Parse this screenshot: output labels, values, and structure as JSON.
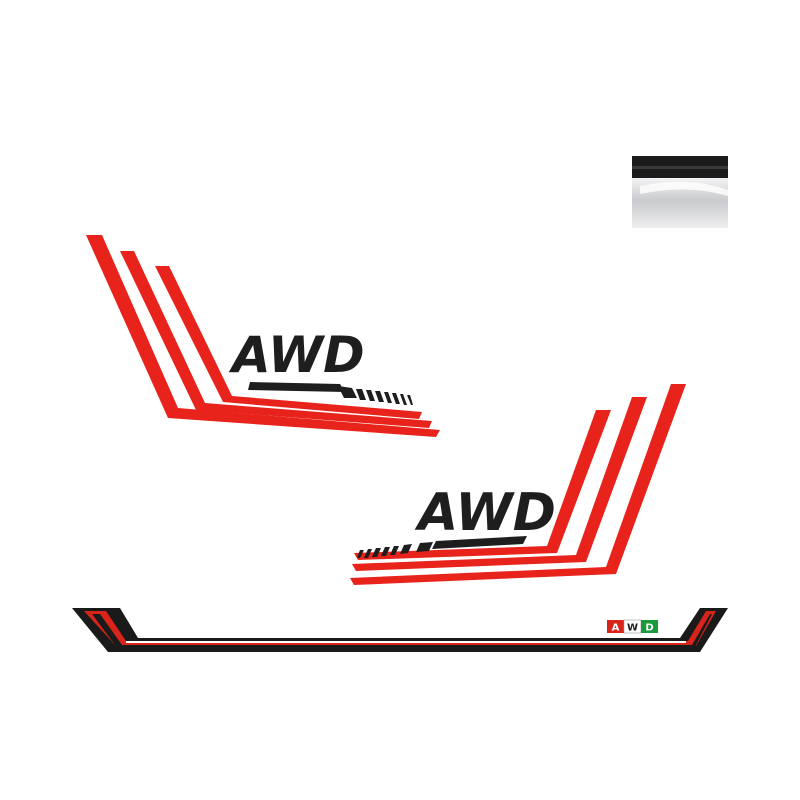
{
  "decal_left": {
    "logo_text": "AWD"
  },
  "decal_right": {
    "logo_text": "AWD"
  },
  "rocker_strip": {
    "badge_letters": [
      "A",
      "W",
      "D"
    ]
  },
  "colors": {
    "stripe_red": "#e8231b",
    "logo_black": "#1e1e1e",
    "strip_black": "#1a1a1a",
    "badge_red": "#d9241c",
    "badge_white": "#ffffff",
    "badge_green": "#1a9a3a",
    "squeegee_gray": "#cfd0d3"
  },
  "icons": {
    "tool": "squeegee-icon"
  }
}
